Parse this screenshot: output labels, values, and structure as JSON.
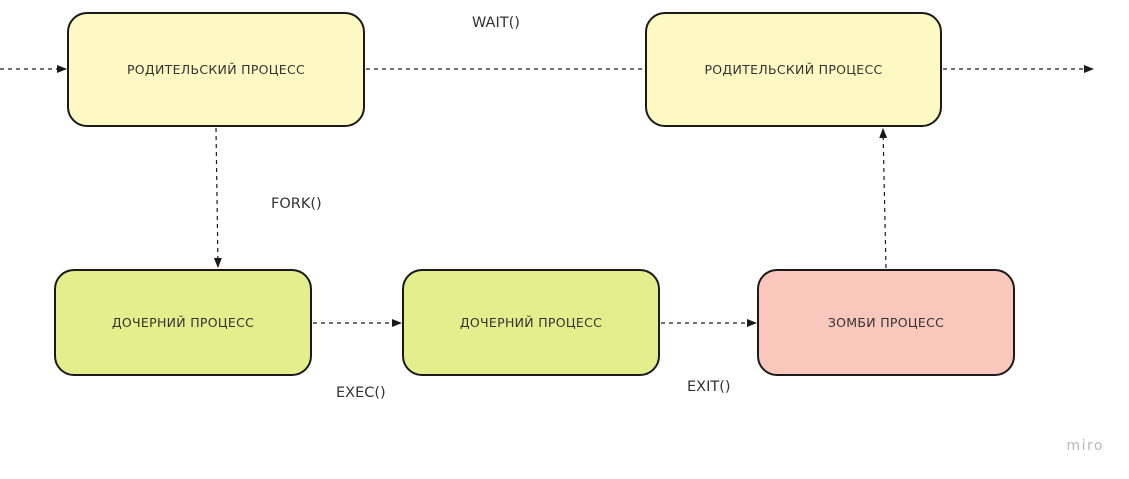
{
  "nodes": {
    "parent_1": "РОДИТЕЛЬСКИЙ ПРОЦЕСС",
    "parent_2": "РОДИТЕЛЬСКИЙ ПРОЦЕСС",
    "child_1": "ДОЧЕРНИЙ ПРОЦЕСС",
    "child_2": "ДОЧЕРНИЙ ПРОЦЕСС",
    "zombie": "ЗОМБИ ПРОЦЕСС"
  },
  "edges": {
    "wait": "WAIT()",
    "fork": "FORK()",
    "exec": "EXEC()",
    "exit": "EXIT()"
  },
  "watermark": "miro",
  "colors": {
    "parent_fill": "#fef9c3",
    "child_fill": "#e4ee8c",
    "zombie_fill": "#fac7bd",
    "stroke": "#1a1a1a"
  }
}
